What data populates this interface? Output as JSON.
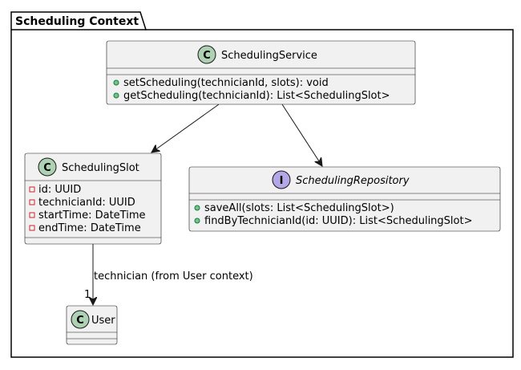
{
  "package": {
    "title": "Scheduling Context"
  },
  "colors": {
    "class_badge": "#ADD1B2",
    "interface_badge": "#B4A7E5",
    "box_fill": "#F1F1F1",
    "border": "#181818"
  },
  "classes": {
    "scheduling_service": {
      "badge": "C",
      "name": "SchedulingService",
      "members": [
        {
          "visibility": "+",
          "text": "setScheduling(technicianId, slots): void"
        },
        {
          "visibility": "+",
          "text": "getScheduling(technicianId): List<SchedulingSlot>"
        }
      ]
    },
    "scheduling_slot": {
      "badge": "C",
      "name": "SchedulingSlot",
      "members": [
        {
          "visibility": "-",
          "text": "id: UUID"
        },
        {
          "visibility": "-",
          "text": "technicianId: UUID"
        },
        {
          "visibility": "-",
          "text": "startTime: DateTime"
        },
        {
          "visibility": "-",
          "text": "endTime: DateTime"
        }
      ]
    },
    "scheduling_repository": {
      "badge": "I",
      "name": "SchedulingRepository",
      "members": [
        {
          "visibility": "+",
          "text": "saveAll(slots: List<SchedulingSlot>)"
        },
        {
          "visibility": "+",
          "text": "findByTechnicianId(id: UUID): List<SchedulingSlot>"
        }
      ]
    },
    "user": {
      "badge": "C",
      "name": "User",
      "members": []
    }
  },
  "relations": {
    "slot_to_user": {
      "label": "technician (from User context)",
      "multiplicity": "1"
    }
  }
}
